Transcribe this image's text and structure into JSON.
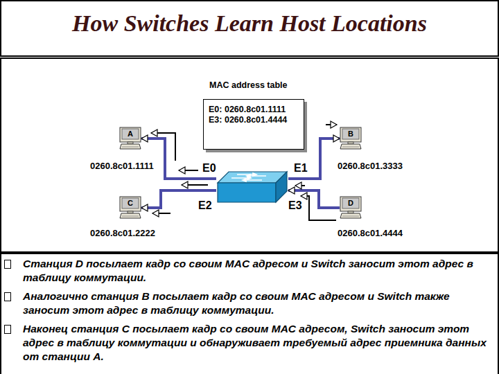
{
  "diagram": {
    "title": "How Switches Learn Host Locations",
    "nodes": [
      {
        "text": [
          "MAC address table",
          "E0: 0260.8c01.1111",
          "E3: 0260.8c01.4444"
        ]
      },
      {
        "text": [
          "A",
          "0260.8c01.1111"
        ]
      },
      {
        "text": [
          "B",
          "0260.8c01.3333"
        ]
      },
      {
        "text": [
          "E0",
          "E1",
          "E2",
          "E3"
        ]
      },
      {
        "text": [
          "C",
          "0260.8c01.2222"
        ]
      },
      {
        "text": [
          "D",
          "0260.8c01.4444"
        ]
      }
    ],
    "edges": [
      {
        "from": 3,
        "to": 1,
        "arrow": "to"
      },
      {
        "from": 3,
        "to": 2,
        "arrow": "to"
      },
      {
        "from": 3,
        "to": 4,
        "arrow": "to"
      },
      {
        "from": 5,
        "to": 3,
        "arrow": "to"
      }
    ],
    "labels": [
      "Станция D посылает кадр со своим MAC адресом и Switch  заносит этот адрес в таблицу коммутации.",
      "Аналогично станция B посылает кадр со своим MAC адресом и Switch также заносит этот адрес в таблицу коммутации.",
      "Наконец станция C посылает кадр со своим MAC адресом, Switch заносит этот адрес в таблицу коммутации и обнаруживает требуемый адрес приемника данных от станции A."
    ]
  }
}
